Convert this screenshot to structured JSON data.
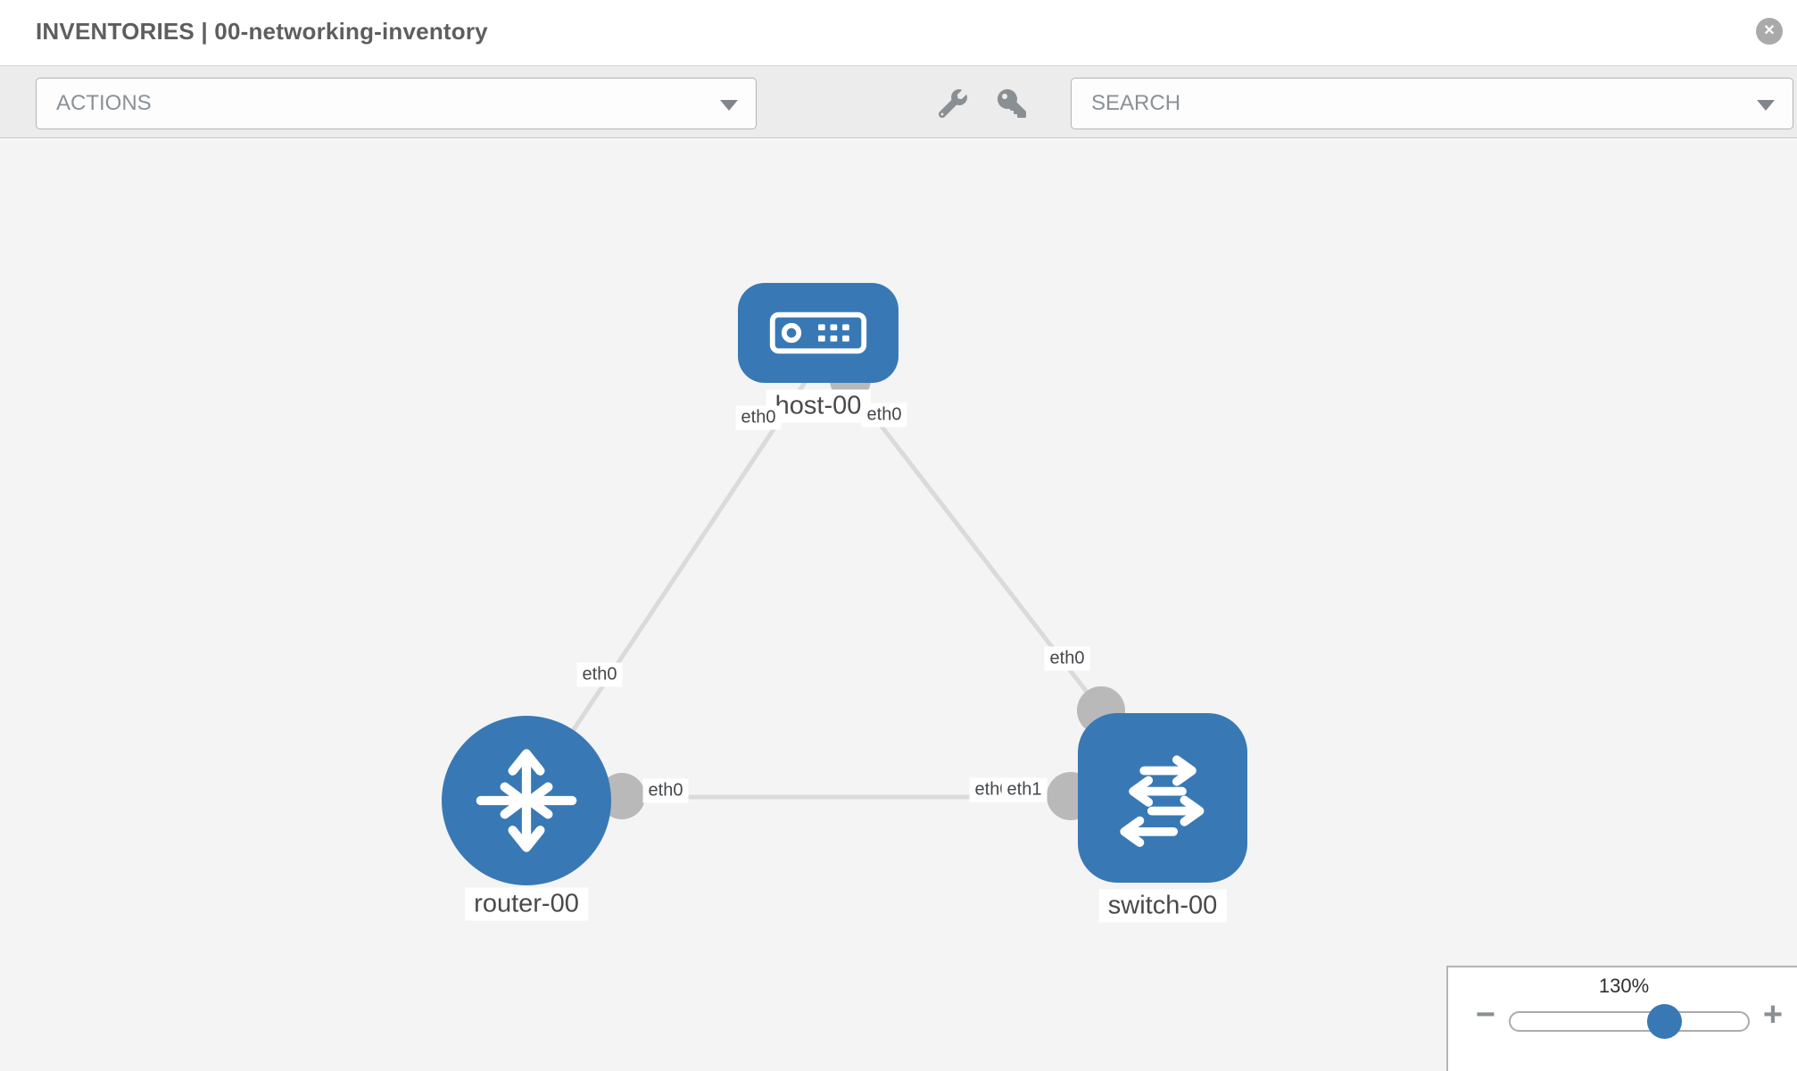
{
  "header": {
    "title": "INVENTORIES | 00-networking-inventory",
    "close_glyph": "✕"
  },
  "toolbar": {
    "actions_label": "ACTIONS",
    "search_label": "SEARCH",
    "icons": [
      {
        "name": "wrench-icon"
      },
      {
        "name": "key-icon"
      }
    ]
  },
  "colors": {
    "node_blue": "#3879b5",
    "link_gray": "#dadada",
    "interface_gray": "#b9b9b9",
    "canvas_bg": "#f4f4f4",
    "toolbar_bg": "#ececec"
  },
  "topology": {
    "nodes": [
      {
        "id": "host-00",
        "label": "host-00",
        "type": "host",
        "icon": "server-icon"
      },
      {
        "id": "router-00",
        "label": "router-00",
        "type": "router",
        "icon": "router-arrows-icon"
      },
      {
        "id": "switch-00",
        "label": "switch-00",
        "type": "switch",
        "icon": "switch-arrows-icon"
      }
    ],
    "links": [
      {
        "from": "router-00",
        "to": "host-00"
      },
      {
        "from": "switch-00",
        "to": "host-00"
      },
      {
        "from": "router-00",
        "to": "switch-00"
      }
    ],
    "interface_labels": {
      "host_left": "eth0",
      "host_right": "eth0",
      "link_router_host": "eth0",
      "link_switch_host": "eth0",
      "router_right": "eth0",
      "switch_left_under": "eth0",
      "switch_left_over": "eth1"
    }
  },
  "zoom_control": {
    "value": "130%",
    "minus_label": "−",
    "plus_label": "+"
  }
}
